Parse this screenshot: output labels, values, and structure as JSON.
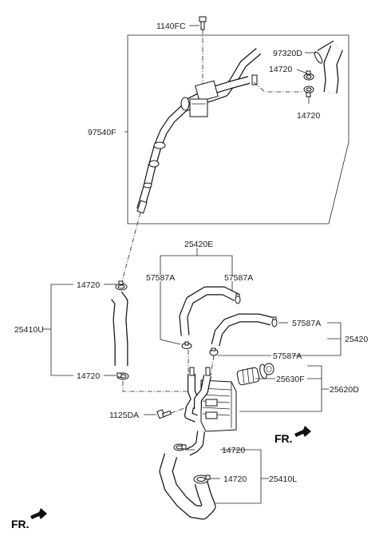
{
  "labels": {
    "p1140FC": "1140FC",
    "p97320D": "97320D",
    "p14720_top_a": "14720",
    "p14720_top_b": "14720",
    "p97540F": "97540F",
    "p25420E": "25420E",
    "p57587A_l": "57587A",
    "p57587A_r": "57587A",
    "p14720_mid_a": "14720",
    "p25410U": "25410U",
    "p57587A_rr": "57587A",
    "p25420": "25420",
    "p57587A_low": "57587A",
    "p14720_mid_b": "14720",
    "p25630F": "25630F",
    "p25620D": "25620D",
    "p1125DA": "1125DA",
    "p14720_bot_a": "14720",
    "p14720_bot_b": "14720",
    "p25410L": "25410L",
    "fr_right": "FR.",
    "fr_left": "FR."
  }
}
